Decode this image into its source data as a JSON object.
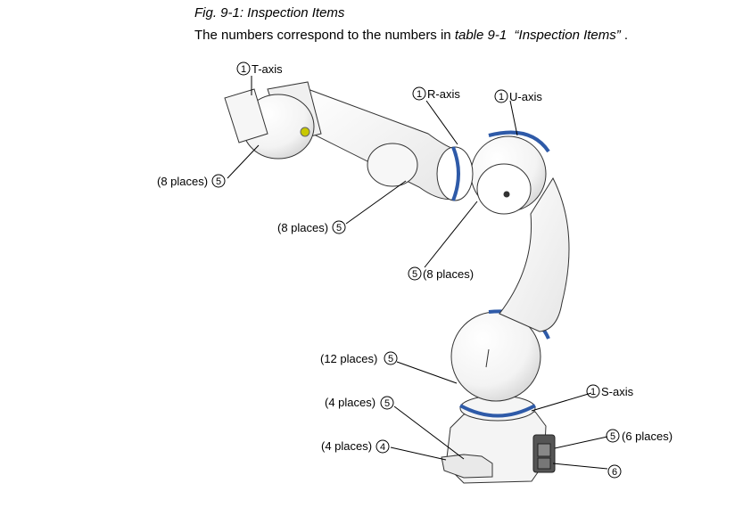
{
  "caption": {
    "title": "Fig. 9-1: Inspection Items",
    "line_prefix": "The numbers correspond to the numbers in ",
    "line_ref": "table 9-1",
    "line_quote": "“Inspection Items”",
    "line_suffix": " ."
  },
  "labels": {
    "t_axis": {
      "num": "1",
      "text": "T-axis"
    },
    "r_axis": {
      "num": "1",
      "text": "R-axis"
    },
    "u_axis": {
      "num": "1",
      "text": "U-axis"
    },
    "s_axis": {
      "num": "1",
      "text": "S-axis"
    },
    "wrist_places": {
      "text": "(8 places)",
      "num": "5"
    },
    "elbow_places": {
      "text": "(8 places)",
      "num": "5"
    },
    "upper_places": {
      "num": "5",
      "text": "(8 places)"
    },
    "lower_places": {
      "text": "(12 places)",
      "num": "5"
    },
    "base4_places": {
      "text": "(4 places)",
      "num": "5"
    },
    "base4b_places": {
      "text": "(4 places)",
      "num": "4"
    },
    "connector_places": {
      "num": "5",
      "text": "(6 places)"
    },
    "connector_item": {
      "num": "6"
    }
  }
}
